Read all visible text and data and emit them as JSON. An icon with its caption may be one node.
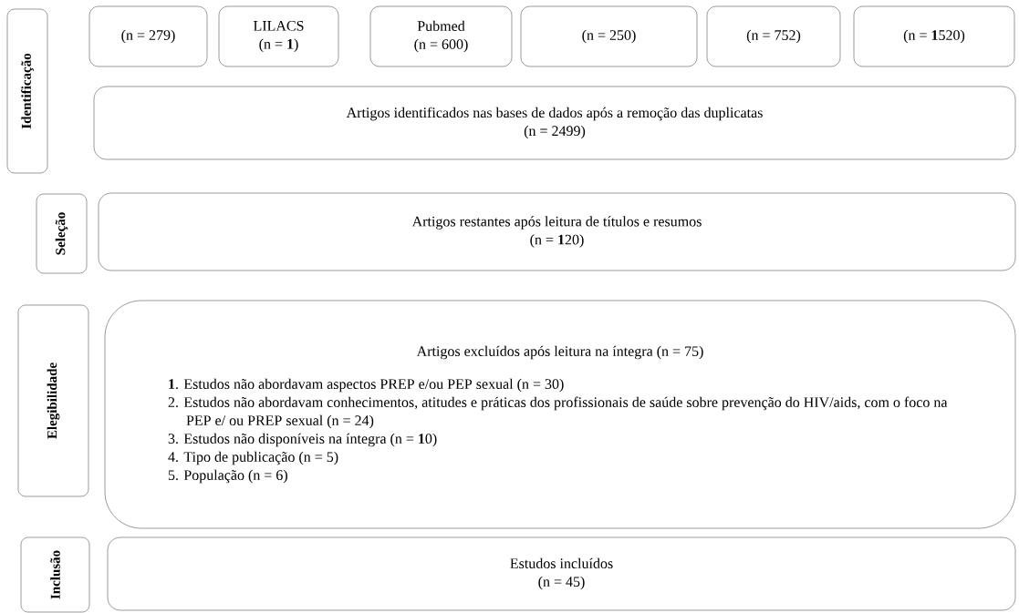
{
  "diagram": {
    "nodes": [
      {
        "text": [
          "Identificação"
        ]
      },
      {
        "text": [
          "(n = 279)"
        ]
      },
      {
        "text": [
          "LILACS",
          "(n = **1**)"
        ]
      },
      {
        "text": [
          "Pubmed",
          "(n = 600)"
        ]
      },
      {
        "text": [
          "(n = 250)"
        ]
      },
      {
        "text": [
          "(n = 752)"
        ]
      },
      {
        "text": [
          "(n = **1**520)"
        ]
      },
      {
        "text": [
          "Artigos identificados nas bases de dados após a remoção das duplicatas",
          "(n = 2499)"
        ]
      },
      {
        "text": [
          "Seleção"
        ]
      },
      {
        "text": [
          "Artigos restantes após leitura de títulos e resumos",
          "(n = **1**20)"
        ]
      },
      {
        "text": [
          "Elegibilidade"
        ]
      },
      {
        "text": [
          "Artigos excluídos após leitura na íntegra (n = 75)",
          "**1**. Estudos não abordavam aspectos PREP e/ou PEP sexual (n = 30)",
          "2. Estudos não abordavam conhecimentos, atitudes e práticas dos profissionais de saúde sobre prevenção do HIV/aids, com o foco na PEP e/ ou PREP sexual (n = 24)",
          "3. Estudos não disponíveis na íntegra (n = **1**0)",
          "4. Tipo de publicação (n = 5)",
          "5. População (n = 6)"
        ]
      },
      {
        "text": [
          "Inclusão"
        ]
      },
      {
        "text": [
          "Estudos incluídos",
          "(n = 45)"
        ]
      }
    ]
  }
}
